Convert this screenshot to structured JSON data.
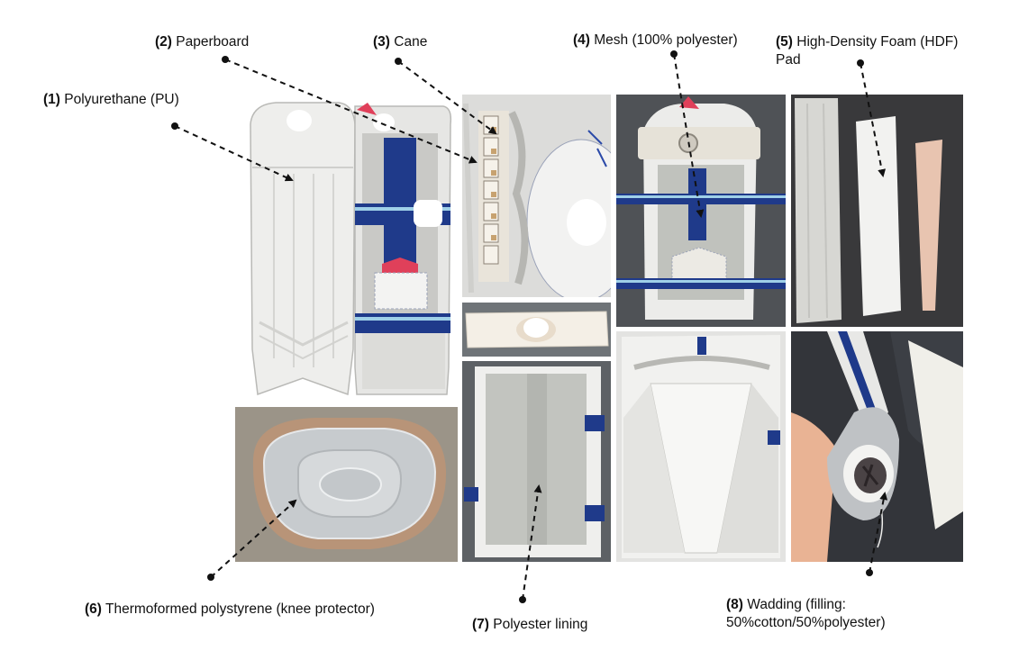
{
  "labels": [
    {
      "num": "(1)",
      "text": "Polyurethane (PU)"
    },
    {
      "num": "(2)",
      "text": "Paperboard"
    },
    {
      "num": "(3)",
      "text": "Cane"
    },
    {
      "num": "(4)",
      "text": "Mesh (100% polyester)"
    },
    {
      "num": "(5)",
      "text": "High-Density Foam (HDF)",
      "line2": "Pad"
    },
    {
      "num": "(6)",
      "text": "Thermoformed polystyrene (knee protector)"
    },
    {
      "num": "(7)",
      "text": "Polyester lining"
    },
    {
      "num": "(8)",
      "text": "Wadding (filling:",
      "line2": "50%cotton/50%polyester)"
    }
  ],
  "colors": {
    "pad_white": "#eeeeec",
    "pad_navy": "#1f3a8a",
    "pad_red": "#e0405a",
    "dark_background": "#3a3a3c",
    "foam_pink": "#e8c4b0",
    "knee_shell": "#c7cbce",
    "leader_line": "#111111"
  },
  "icons": [
    "wicket-keeping-pad",
    "pad-cross-section-cane",
    "knee-roll-strip",
    "pad-inner-lining",
    "pad-mesh-inner",
    "foam-inserts",
    "wadding-close-up",
    "knee-protector-shell"
  ]
}
